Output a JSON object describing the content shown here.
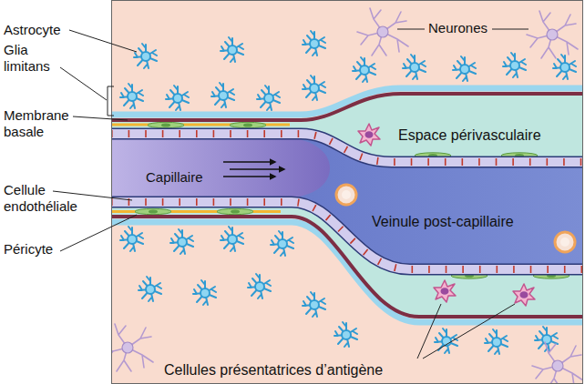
{
  "diagram": {
    "labels": [
      "Neurones",
      "Astrocyte",
      "Glia limitans",
      "Membrane basale",
      "Espace périvasculaire",
      "Capillaire",
      "Cellule endothéliale",
      "Veinule post-capillaire",
      "Péricyte",
      "Cellules présentatrices d’antigène"
    ]
  }
}
